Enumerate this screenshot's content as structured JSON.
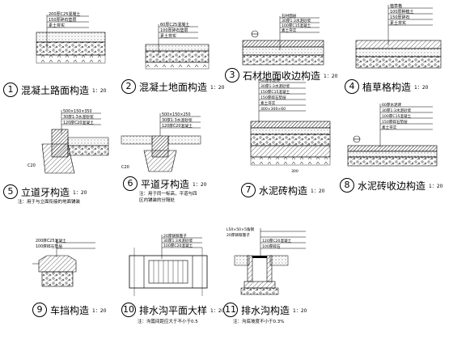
{
  "details": [
    {
      "num": "1",
      "title": "混凝土路面构造",
      "scale": "1：20",
      "layers": [
        "200厚C25混凝土",
        "150厚碎石垫层",
        "素土夯实"
      ]
    },
    {
      "num": "2",
      "title": "混凝土地面构造",
      "scale": "1：20",
      "layers": [
        "60厚C25混凝土",
        "100厚碎石垫层",
        "素土夯实"
      ]
    },
    {
      "num": "3",
      "title": "石材地面收边构造",
      "scale": "1：20",
      "layers": [
        "石材面层",
        "30厚1:3水泥砂浆",
        "100厚C15混凝土",
        "素土夯实"
      ]
    },
    {
      "num": "4",
      "title": "植草格构造",
      "scale": "1：20",
      "layers": [
        "植草格",
        "100厚种植土",
        "150厚碎石",
        "素土夯实"
      ]
    },
    {
      "num": "5",
      "title": "立道牙构造",
      "scale": "1：20",
      "layers": [
        "500×150×350",
        "30厚1:3水泥砂浆",
        "120厚C20混凝土"
      ],
      "side": "C20"
    },
    {
      "num": "6",
      "title": "平道牙构造",
      "scale": "1：20",
      "layers": [
        "500×150×250",
        "30厚1:3水泥砂浆",
        "120厚C20混凝土"
      ],
      "side": "C20"
    },
    {
      "num": "7",
      "title": "水泥砖构造",
      "scale": "1：20",
      "layers": [
        "60厚水泥砖",
        "30厚1:3水泥砂浆",
        "150厚C15混凝土",
        "150厚碎石垫层",
        "素土夯实"
      ],
      "dims": [
        "300×300×60",
        "300"
      ]
    },
    {
      "num": "8",
      "title": "水泥砖收边构造",
      "scale": "1：20",
      "layers": [
        "60厚水泥砖",
        "30厚1:3水泥砂浆",
        "100厚C15混凝土",
        "150厚碎石垫层",
        "素土夯实"
      ]
    },
    {
      "num": "9",
      "title": "车挡构造",
      "scale": "1：20",
      "layers": [
        "200厚C25混凝土",
        "100厚碎石垫层"
      ]
    },
    {
      "num": "10",
      "title": "排水沟平面大样",
      "scale": "1：20",
      "layers": [
        "20厚铸铁篦子",
        "30厚1:3水泥砂浆",
        "100厚C20混凝土"
      ]
    },
    {
      "num": "11",
      "title": "排水沟构造",
      "scale": "1：20",
      "layers": [
        "L50×50×5角钢",
        "20厚铸铁篦子",
        "120厚C20混凝土",
        "100厚碎石"
      ]
    }
  ],
  "notes": {
    "n5": "注：用于与立面衔接的地面铺装",
    "n6_1": "注：用于同一标高，平道与四",
    "n6_2": "区内铺装的分隔处",
    "n10": "注：沟篦间距应大于不小于0.5",
    "n11": "注：沟底坡度不小于0.3%"
  }
}
